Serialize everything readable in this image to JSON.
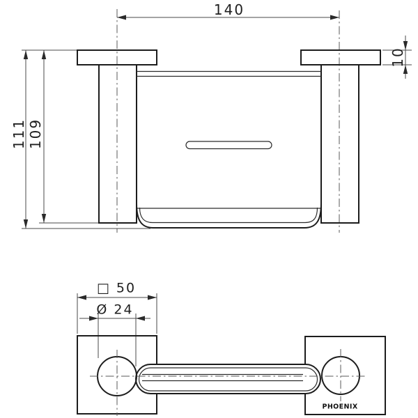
{
  "drawing": {
    "brand_label": "PHOENIX",
    "front_view": {
      "width_label": "140",
      "plate_thickness_label": "10",
      "overall_depth_label": "111",
      "post_depth_label": "109"
    },
    "bottom_view": {
      "plate_square_label": "□ 50",
      "post_diameter_label": "Ø 24"
    },
    "colors": {
      "line": "#1c1c1c",
      "background": "#ffffff"
    }
  }
}
